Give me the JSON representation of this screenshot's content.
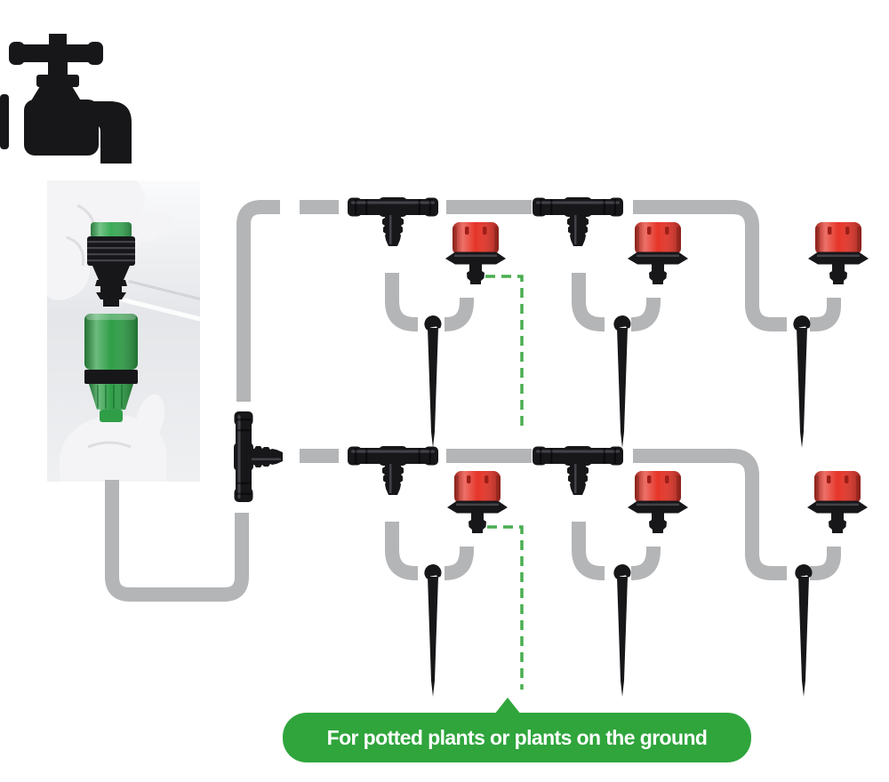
{
  "banner": {
    "label": "For potted plants or plants on the ground"
  },
  "colors": {
    "tube": "#b4b5b7",
    "black": "#17171a",
    "red": "#e63529",
    "red_dark": "#9e1f18",
    "dash_green": "#4aad50",
    "banner_green": "#2fa53c",
    "photo_bg": "#e9ebee",
    "glove": "#f4f4f6",
    "conn_green": "#2f9e47",
    "conn_green_light": "#3cab57"
  },
  "icons": {
    "faucet": "faucet-silhouette-icon",
    "tee": "barbed-tee-connector",
    "dripper": "red-adjustable-dripper",
    "stake": "drip-stake-spike",
    "photo": "hose-quick-connector-assembly-photo"
  }
}
